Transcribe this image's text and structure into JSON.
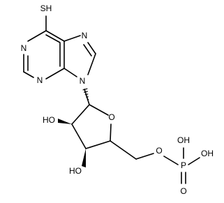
{
  "structure": {
    "atoms": {
      "sh": "SH",
      "n1": "N",
      "n3": "N",
      "n7": "N",
      "n9": "N",
      "ring_o": "O",
      "oh2": "HO",
      "oh3": "HO",
      "o5": "O",
      "p": "P",
      "p_oh_top": "OH",
      "p_oh_right": "OH",
      "p_o_double": "O"
    }
  },
  "colors": {
    "bond": "#000000",
    "background": "#ffffff"
  }
}
